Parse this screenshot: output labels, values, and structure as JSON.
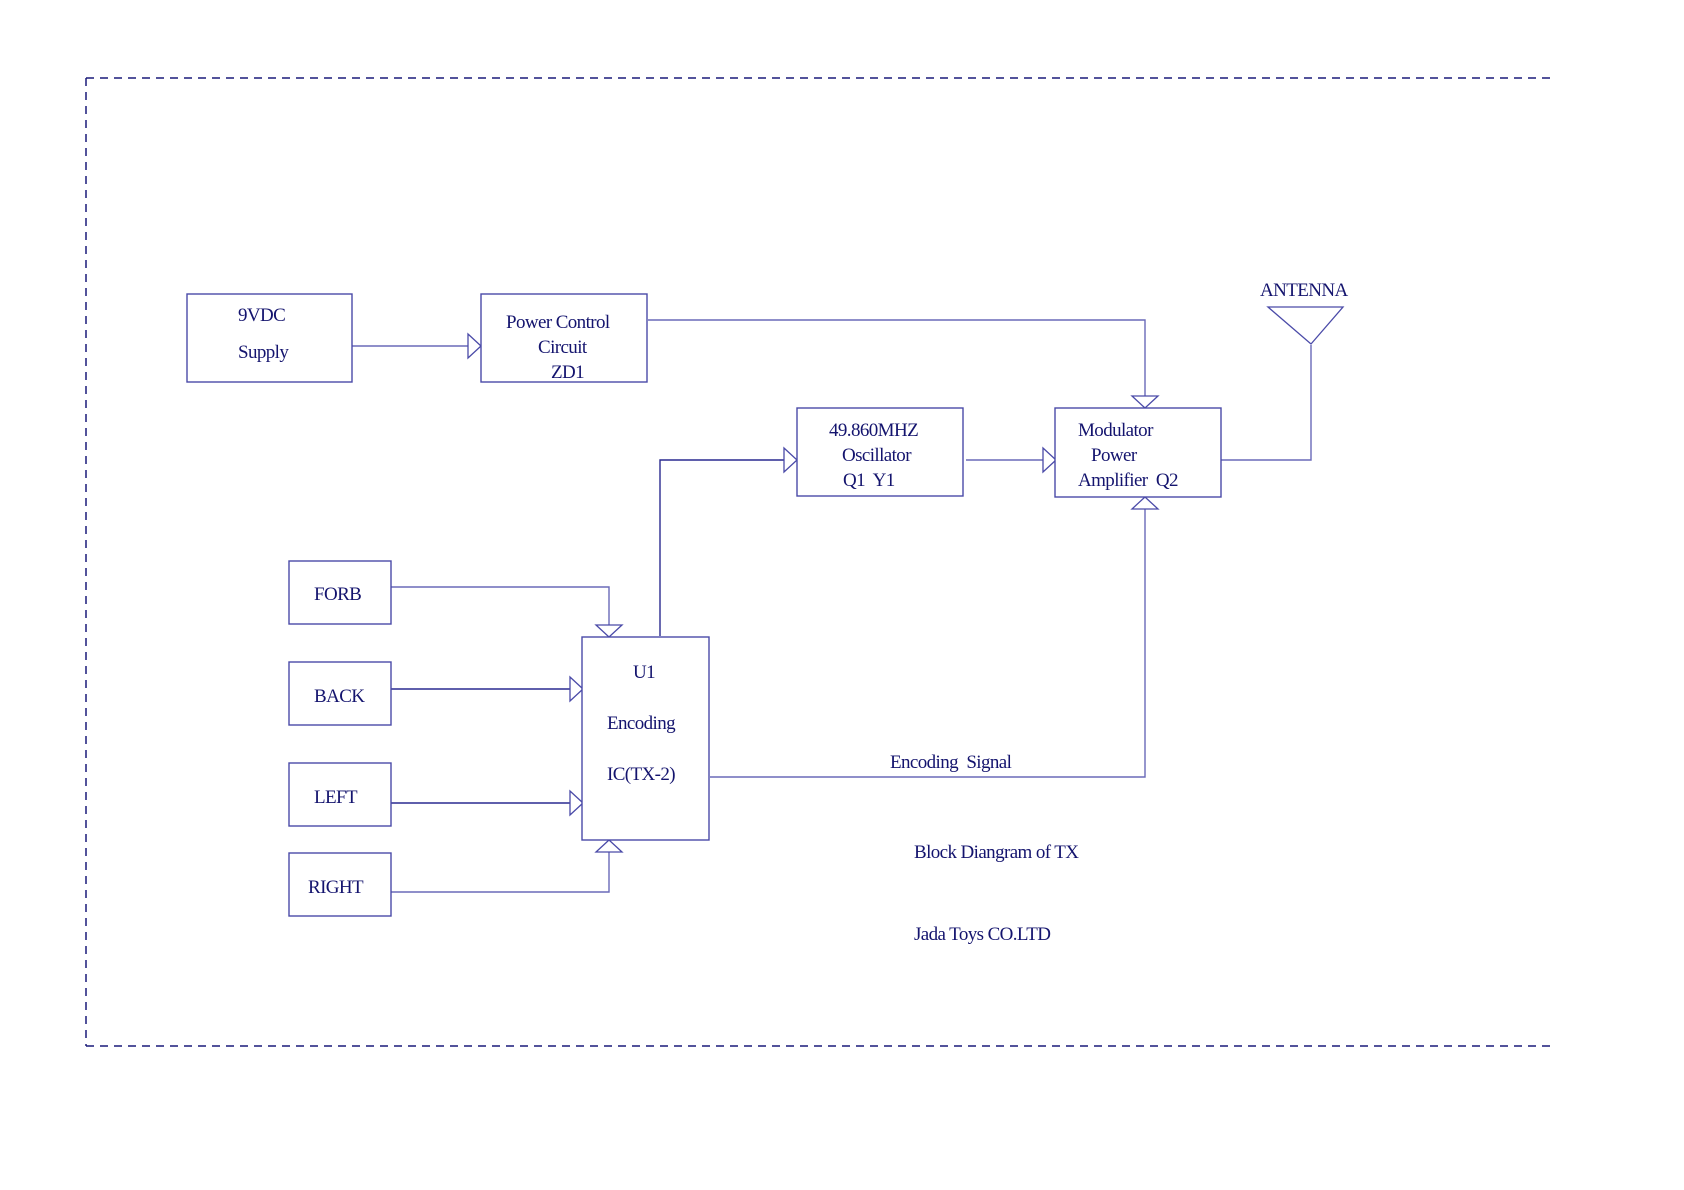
{
  "diagram": {
    "title": "Block Diangram of TX",
    "company": "Jada Toys CO.LTD",
    "colors": {
      "line": "#4a4aa8",
      "text": "#14146e",
      "frame": "#1a1a7a"
    },
    "blocks": {
      "supply": {
        "lines": [
          "9VDC",
          "Supply"
        ]
      },
      "power_control": {
        "lines": [
          "Power Control",
          "Circuit",
          "ZD1"
        ]
      },
      "oscillator": {
        "lines": [
          "49.860MHZ",
          "Oscillator",
          "Q1  Y1"
        ]
      },
      "modulator": {
        "lines": [
          "Modulator",
          "Power",
          "Amplifier  Q2"
        ]
      },
      "encoder": {
        "lines": [
          "U1",
          "Encoding",
          "IC(TX-2)"
        ]
      },
      "forb": {
        "lines": [
          "FORB"
        ]
      },
      "back": {
        "lines": [
          "BACK"
        ]
      },
      "left": {
        "lines": [
          "LEFT"
        ]
      },
      "right": {
        "lines": [
          "RIGHT"
        ]
      }
    },
    "antenna_label": "ANTENNA",
    "encoding_signal_label": "Encoding  Signal",
    "connections": [
      {
        "from": "supply",
        "to": "power_control"
      },
      {
        "from": "power_control",
        "to": "modulator"
      },
      {
        "from": "encoder",
        "to": "oscillator"
      },
      {
        "from": "oscillator",
        "to": "modulator"
      },
      {
        "from": "encoder",
        "to": "modulator",
        "label": "Encoding  Signal"
      },
      {
        "from": "modulator",
        "to": "antenna"
      },
      {
        "from": "forb",
        "to": "encoder"
      },
      {
        "from": "back",
        "to": "encoder"
      },
      {
        "from": "left",
        "to": "encoder"
      },
      {
        "from": "right",
        "to": "encoder"
      }
    ]
  }
}
